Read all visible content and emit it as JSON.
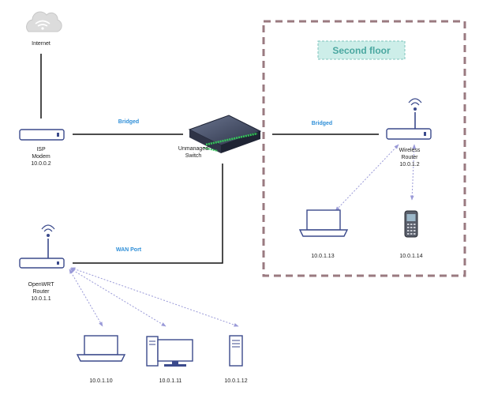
{
  "colors": {
    "edge_label": "#2f8fd8",
    "wireless_link": "#9a9ad8",
    "zone_border": "#9a7a80",
    "zone_title_fill": "#cdeee9",
    "zone_title_text": "#4aa7a0",
    "device_stroke": "#3b4a8c"
  },
  "zone": {
    "title": "Second floor"
  },
  "nodes": {
    "internet": {
      "icon": "cloud-icon",
      "label": "Internet"
    },
    "isp_modem": {
      "icon": "modem-icon",
      "line1": "ISP",
      "line2": "Modem",
      "line3": "10.0.0.2"
    },
    "switch": {
      "icon": "network-switch-icon",
      "line1": "Unmanaged",
      "line2": "Switch"
    },
    "openwrt_router": {
      "icon": "router-icon",
      "line1": "OpenWRT",
      "line2": "Router",
      "line3": "10.0.1.1"
    },
    "wireless_router": {
      "icon": "wireless-router-icon",
      "line1": "Wireless",
      "line2": "Router",
      "line3": "10.0.1.2"
    },
    "laptop_13": {
      "icon": "laptop-icon",
      "label": "10.0.1.13"
    },
    "phone_14": {
      "icon": "mobile-phone-icon",
      "label": "10.0.1.14"
    },
    "laptop_10": {
      "icon": "laptop-icon",
      "label": "10.0.1.10"
    },
    "desktop_11": {
      "icon": "desktop-computer-icon",
      "label": "10.0.1.11"
    },
    "tower_12": {
      "icon": "tower-server-icon",
      "label": "10.0.1.12"
    }
  },
  "edges": {
    "modem_switch": "Bridged",
    "switch_wireless": "Bridged",
    "router_switch": "WAN Port"
  }
}
